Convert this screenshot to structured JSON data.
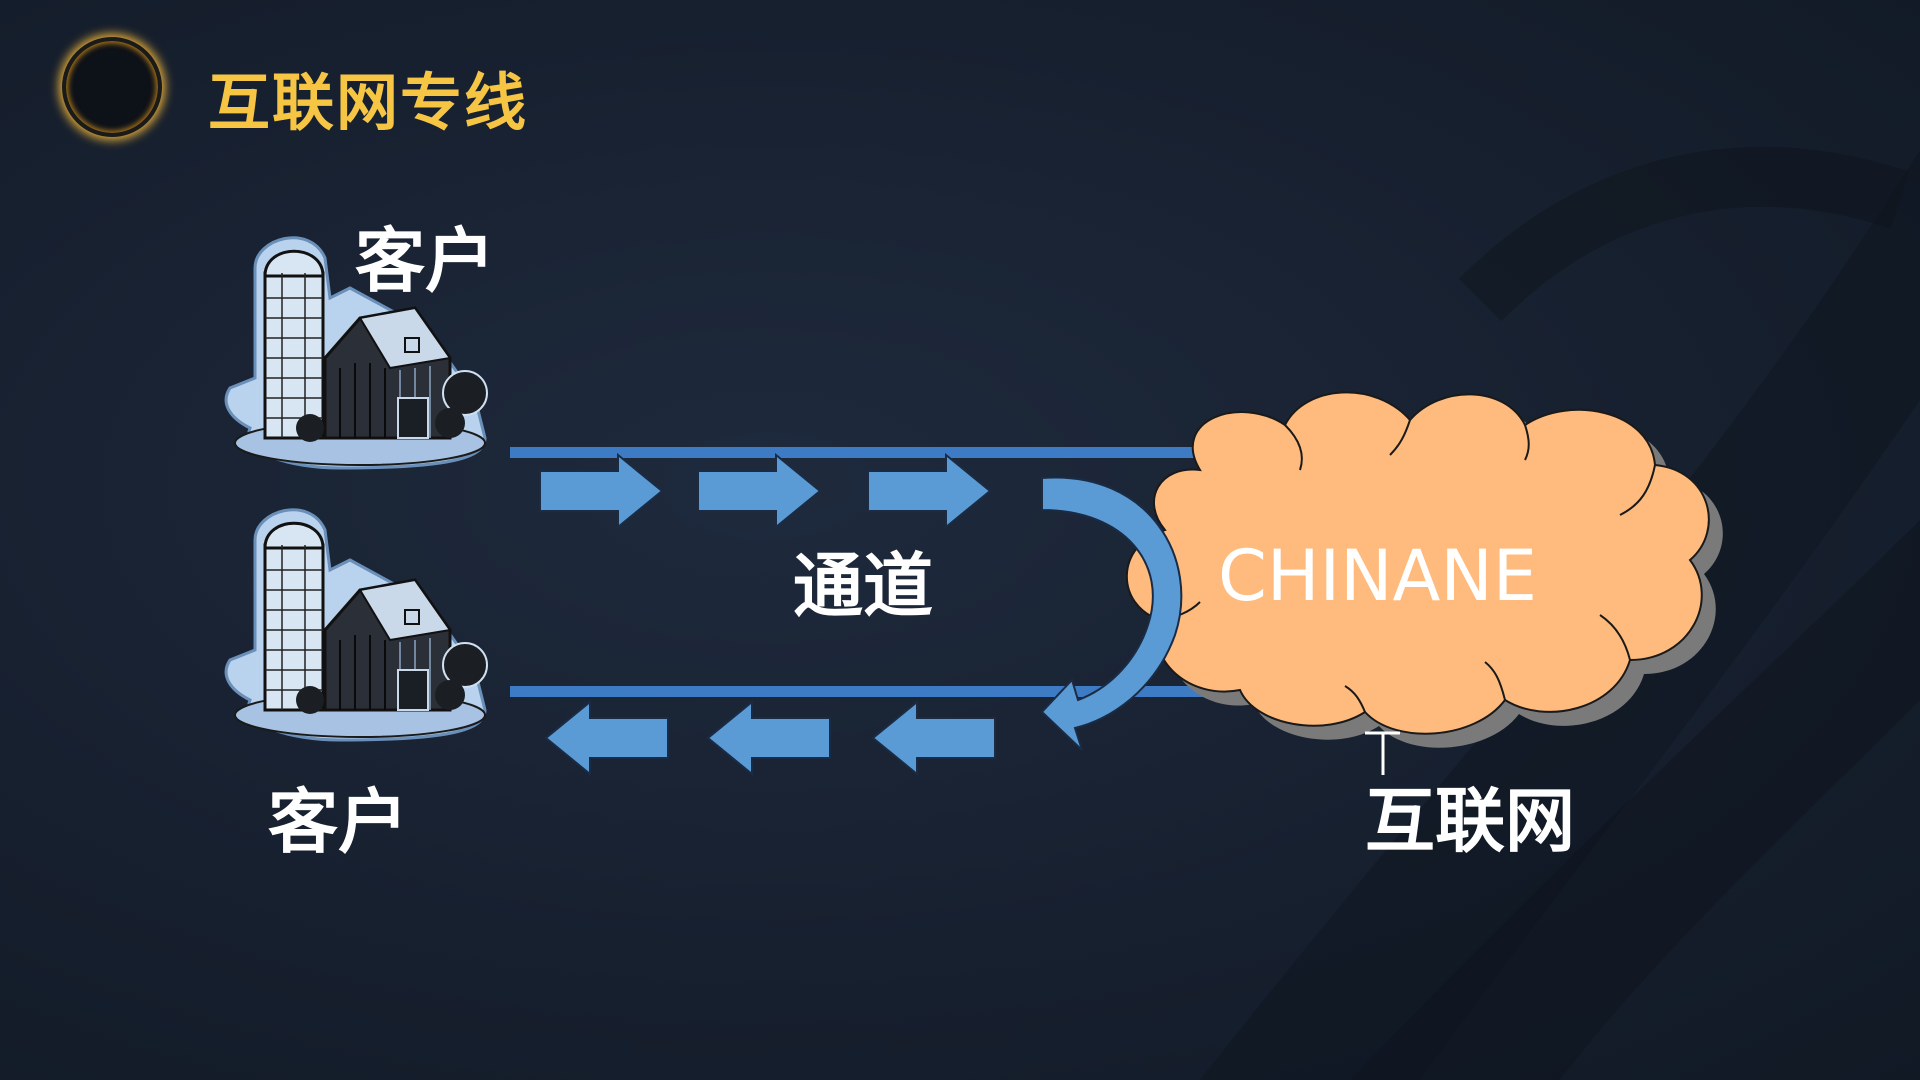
{
  "slide": {
    "title": "互联网专线"
  },
  "diagram": {
    "customer_top_label": "客户",
    "customer_bottom_label": "客户",
    "tunnel_label": "通道",
    "cloud_label": "CHINANE",
    "internet_label": "互联网"
  },
  "colors": {
    "title": "#f6c544",
    "arrow_fill": "#5b9bd5",
    "arrow_stroke": "#1a2c45",
    "cloud_fill": "#ffbb7d",
    "cloud_shadow": "#7a7a7a",
    "line": "#3d7bc4",
    "text": "#ffffff"
  },
  "icons": {
    "customer_top": "barn-silo-icon",
    "customer_bottom": "barn-silo-icon",
    "title_ring": "ring-icon"
  }
}
